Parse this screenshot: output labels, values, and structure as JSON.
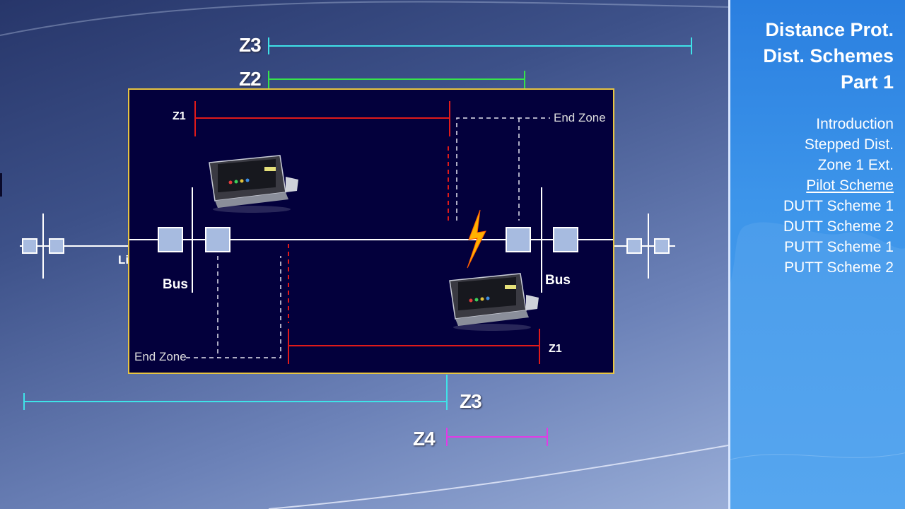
{
  "sidebar": {
    "title_lines": [
      "Distance Prot.",
      "Dist. Schemes",
      "Part 1"
    ],
    "menu": [
      {
        "label": "Introduction",
        "active": false
      },
      {
        "label": "Stepped Dist.",
        "active": false
      },
      {
        "label": "Zone 1 Ext.",
        "active": false
      },
      {
        "label": "Pilot Scheme",
        "active": true
      },
      {
        "label": "DUTT Scheme 1",
        "active": false
      },
      {
        "label": "DUTT Scheme 2",
        "active": false
      },
      {
        "label": "PUTT Scheme 1",
        "active": false
      },
      {
        "label": "PUTT Scheme 2",
        "active": false
      }
    ]
  },
  "diagram": {
    "outer_zone_labels": {
      "z3_top": "Z3",
      "z2_top": "Z2",
      "z3_bottom": "Z3",
      "z4_bottom": "Z4"
    },
    "inset": {
      "z1_top": "Z1",
      "z1_bottom": "Z1",
      "end_zone_right": "End Zone",
      "end_zone_left": "End Zone",
      "bus_left": "Bus",
      "bus_right": "Bus"
    },
    "partial_label": "Li",
    "colors": {
      "z1": "#e01a1a",
      "z2": "#36e34a",
      "z3": "#3fe3e8",
      "z4": "#e23ae6",
      "inset_border": "#e8c542",
      "inset_bg": "#03003c",
      "fault_bolt": "#ffb300"
    },
    "icons": [
      "relay-icon",
      "lightning-fault-icon",
      "breaker-icon"
    ]
  }
}
